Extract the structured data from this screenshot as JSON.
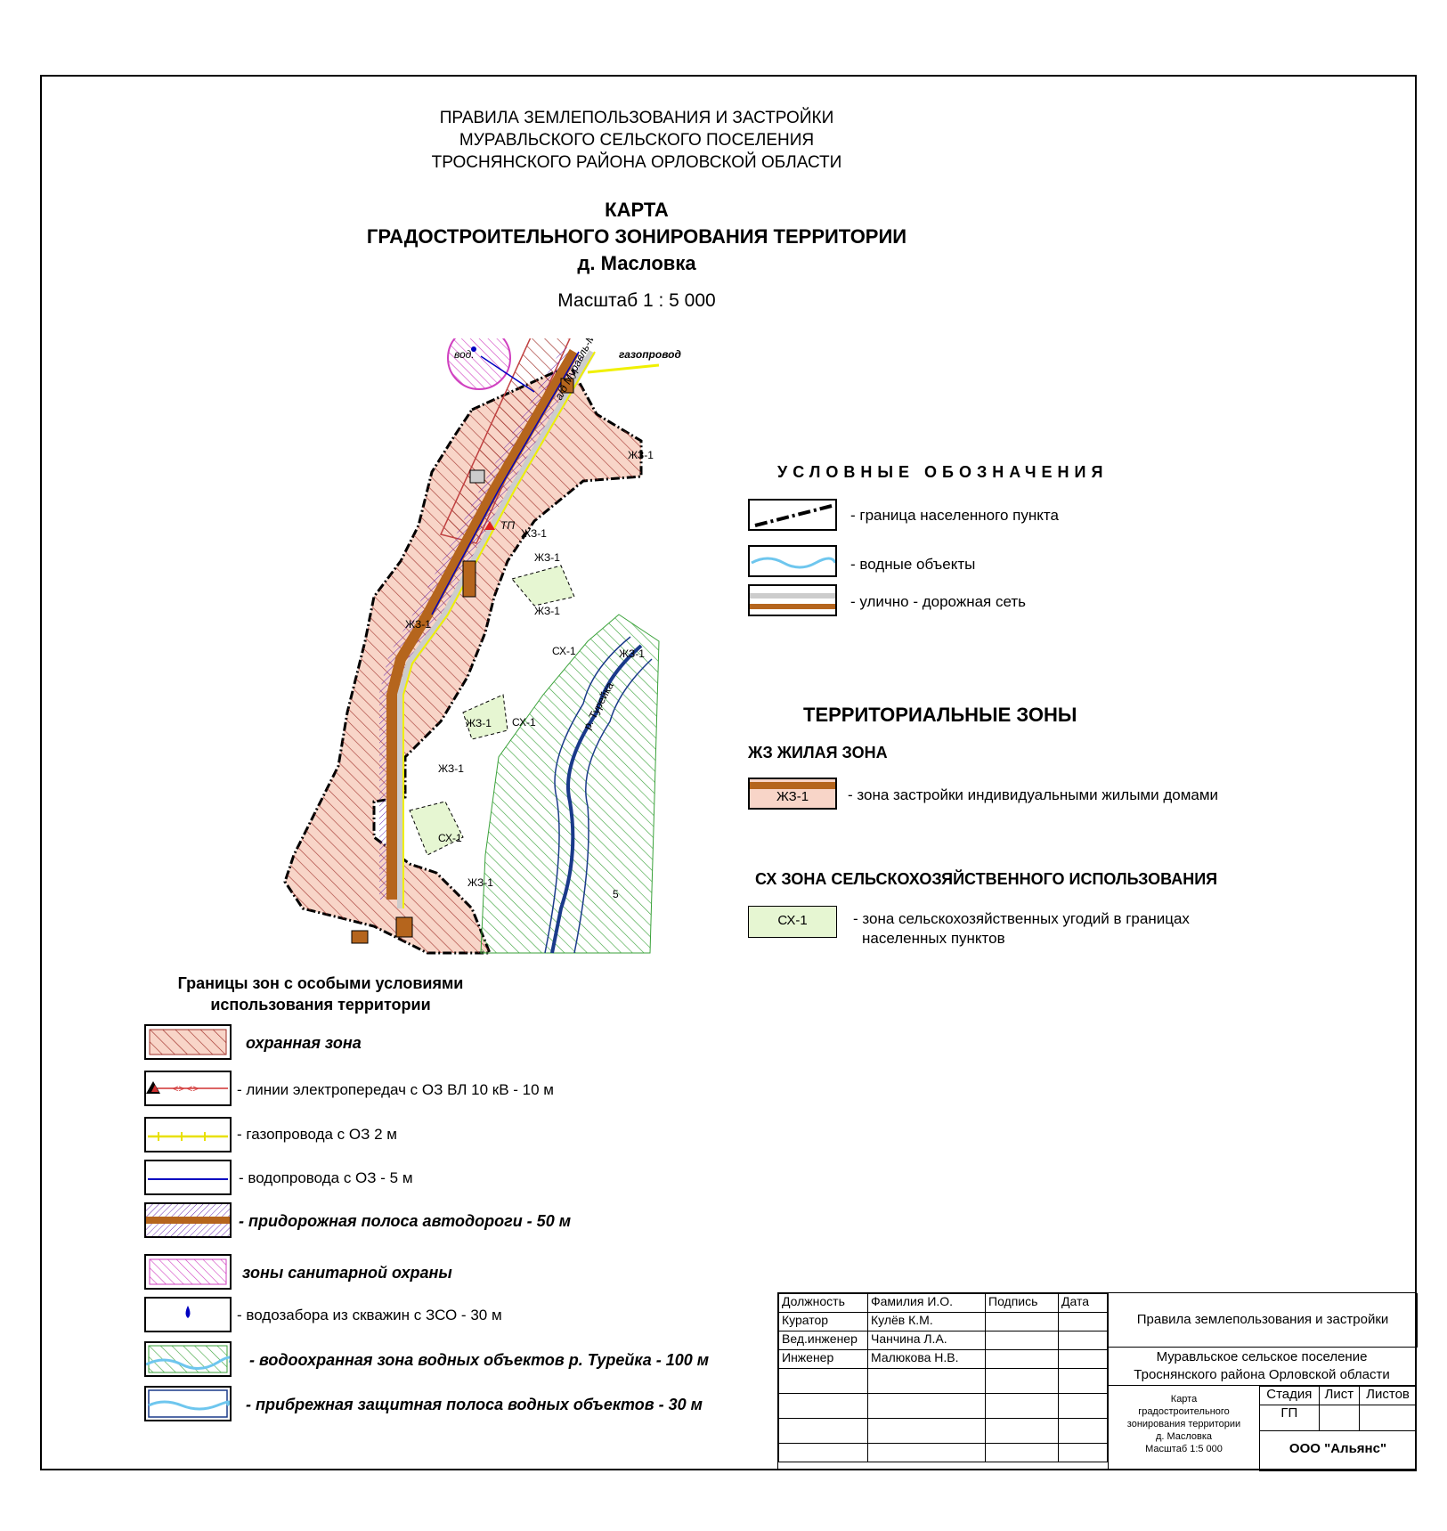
{
  "header": {
    "line1": "ПРАВИЛА ЗЕМЛЕПОЛЬЗОВАНИЯ И ЗАСТРОЙКИ",
    "line2": "МУРАВЛЬСКОГО СЕЛЬСКОГО ПОСЕЛЕНИЯ",
    "line3": "ТРОСНЯНСКОГО РАЙОНА ОРЛОВСКОЙ ОБЛАСТИ",
    "title1": "КАРТА",
    "title2": "ГРАДОСТРОИТЕЛЬНОГО ЗОНИРОВАНИЯ ТЕРРИТОРИИ",
    "title3": "д. Масловка",
    "scale": "Масштаб 1 : 5 000"
  },
  "map": {
    "labels": {
      "road": "а/д Муравль-Масловка",
      "gas": "газопровод",
      "vod": "вод.",
      "tp": "ТП",
      "river": "р. Турейка",
      "zh1": "ЖЗ-1",
      "sh1": "СХ-1",
      "num": "5"
    }
  },
  "legend": {
    "title": "УСЛОВНЫЕ ОБОЗНАЧЕНИЯ",
    "items": [
      {
        "label": "- граница населенного пункта"
      },
      {
        "label": "- водные объекты"
      },
      {
        "label": "- улично - дорожная сеть"
      }
    ],
    "zones_title": "ТЕРРИТОРИАЛЬНЫЕ ЗОНЫ",
    "zh_title": "ЖЗ ЖИЛАЯ ЗОНА",
    "zh_code": "ЖЗ-1",
    "zh_label": "- зона застройки индивидуальными жилыми домами",
    "sh_title": "СХ  ЗОНА СЕЛЬСКОХОЗЯЙСТВЕННОГО ИСПОЛЬЗОВАНИЯ",
    "sh_code": "СХ-1",
    "sh_label1": "- зона сельскохозяйственных угодий в границах",
    "sh_label2": "населенных пунктов"
  },
  "special": {
    "title1": "Границы зон с особыми условиями",
    "title2": "использования территории",
    "items": [
      {
        "label": "охранная зона"
      },
      {
        "label": "- линии электропередач с ОЗ  ВЛ 10 кВ - 10 м"
      },
      {
        "label": "- газопровода с ОЗ  2 м"
      },
      {
        "label": "- водопровода с ОЗ  - 5 м"
      },
      {
        "label": "- придорожная полоса автодороги  - 50 м"
      },
      {
        "label": "зоны санитарной охраны"
      },
      {
        "label": "- водозабора из скважин с ЗСО - 30 м"
      },
      {
        "label": "- водоохранная зона водных объектов р. Турейка - 100 м"
      },
      {
        "label": "- прибрежная защитная полоса водных объектов - 30 м"
      }
    ]
  },
  "stamp": {
    "h_pos": "Должность",
    "h_name": "Фамилия И.О.",
    "h_sign": "Подпись",
    "h_date": "Дата",
    "rows": [
      {
        "pos": "Куратор",
        "name": "Кулёв К.М."
      },
      {
        "pos": "Вед.инженер",
        "name": "Чанчина Л.А."
      },
      {
        "pos": "Инженер",
        "name": "Малюкова Н.В."
      }
    ],
    "project": "Правила землепользования и застройки",
    "place1": "Муравльское сельское поселение",
    "place2": "Троснянского района  Орловской области",
    "sheet1": "Карта",
    "sheet2": "градостроительного",
    "sheet3": "зонирования территории",
    "sheet4": "д. Масловка",
    "sheet5": "Масштаб 1:5 000",
    "stage_h": "Стадия",
    "list_h": "Лист",
    "lists_h": "Листов",
    "stage": "ГП",
    "org": "ООО \"Альянс\""
  },
  "colors": {
    "residential": "#f8d5c8",
    "agri": "#e6f6d2",
    "road": "#b5651d",
    "water": "#6ec6ee",
    "hatch_red": "#a0302a",
    "hatch_green": "#3aa23a",
    "hatch_pink": "#d040c0",
    "hatch_purple": "#6a2cb0",
    "gas": "#f0f000",
    "waterpipe": "#0000c0"
  }
}
